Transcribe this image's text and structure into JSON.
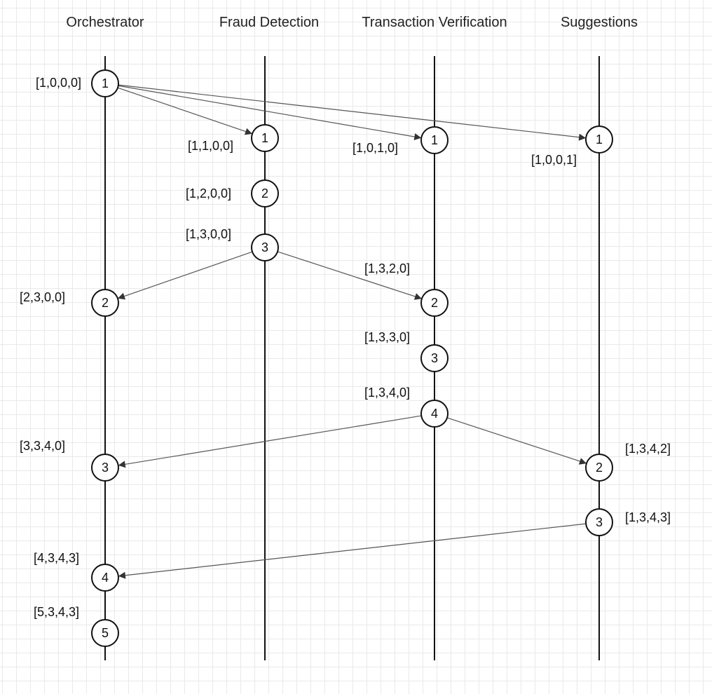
{
  "lanes": [
    {
      "id": "orch",
      "title": "Orchestrator"
    },
    {
      "id": "fraud",
      "title": "Fraud Detection"
    },
    {
      "id": "tx",
      "title": "Transaction Verification"
    },
    {
      "id": "sugg",
      "title": "Suggestions"
    }
  ],
  "events": [
    {
      "id": "o1",
      "lane": "orch",
      "label": "1",
      "clock": "[1,0,0,0]"
    },
    {
      "id": "f1",
      "lane": "fraud",
      "label": "1",
      "clock": "[1,1,0,0]"
    },
    {
      "id": "t1",
      "lane": "tx",
      "label": "1",
      "clock": "[1,0,1,0]"
    },
    {
      "id": "s1",
      "lane": "sugg",
      "label": "1",
      "clock": "[1,0,0,1]"
    },
    {
      "id": "f2",
      "lane": "fraud",
      "label": "2",
      "clock": "[1,2,0,0]"
    },
    {
      "id": "f3",
      "lane": "fraud",
      "label": "3",
      "clock": "[1,3,0,0]"
    },
    {
      "id": "o2",
      "lane": "orch",
      "label": "2",
      "clock": "[2,3,0,0]"
    },
    {
      "id": "t2",
      "lane": "tx",
      "label": "2",
      "clock": "[1,3,2,0]"
    },
    {
      "id": "t3",
      "lane": "tx",
      "label": "3",
      "clock": "[1,3,3,0]"
    },
    {
      "id": "t4",
      "lane": "tx",
      "label": "4",
      "clock": "[1,3,4,0]"
    },
    {
      "id": "o3",
      "lane": "orch",
      "label": "3",
      "clock": "[3,3,4,0]"
    },
    {
      "id": "s2",
      "lane": "sugg",
      "label": "2",
      "clock": "[1,3,4,2]"
    },
    {
      "id": "s3",
      "lane": "sugg",
      "label": "3",
      "clock": "[1,3,4,3]"
    },
    {
      "id": "o4",
      "lane": "orch",
      "label": "4",
      "clock": "[4,3,4,3]"
    },
    {
      "id": "o5",
      "lane": "orch",
      "label": "5",
      "clock": "[5,3,4,3]"
    }
  ],
  "messages": [
    {
      "from": "o1",
      "to": "f1"
    },
    {
      "from": "o1",
      "to": "t1"
    },
    {
      "from": "o1",
      "to": "s1"
    },
    {
      "from": "f3",
      "to": "o2"
    },
    {
      "from": "f3",
      "to": "t2"
    },
    {
      "from": "t4",
      "to": "o3"
    },
    {
      "from": "t4",
      "to": "s2"
    },
    {
      "from": "s3",
      "to": "o4"
    }
  ]
}
